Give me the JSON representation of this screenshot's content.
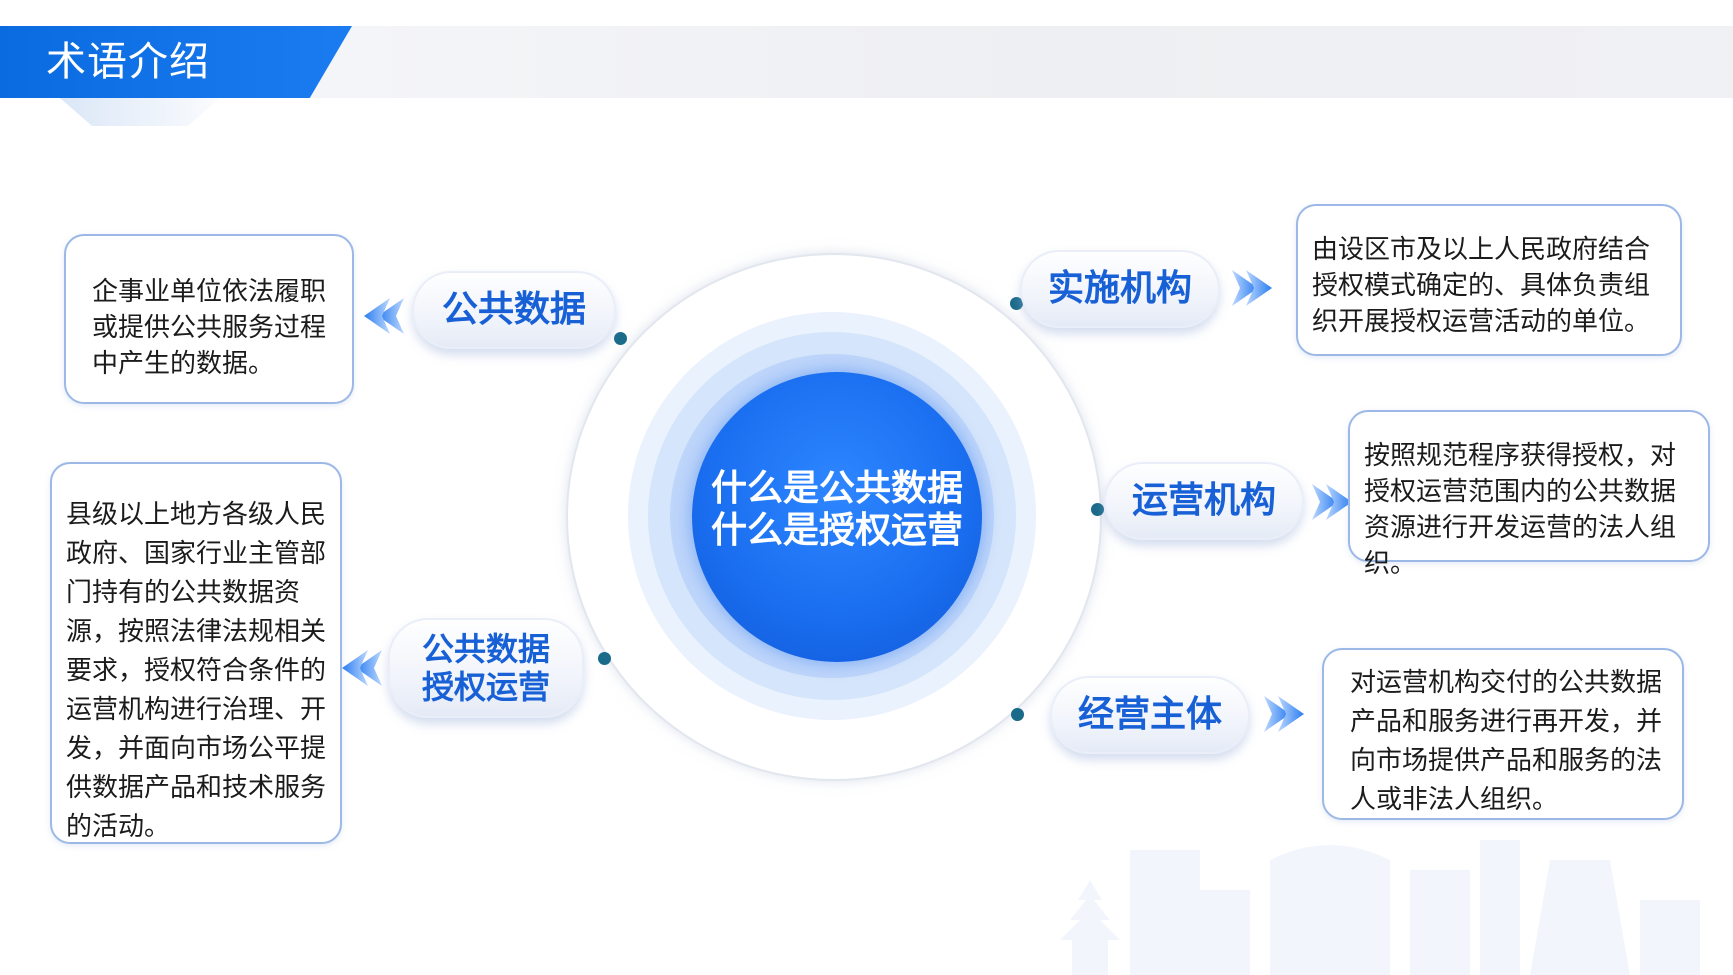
{
  "header": {
    "title": "术语介绍"
  },
  "center": {
    "line1": "什么是公共数据",
    "line2": "什么是授权运营"
  },
  "terms": {
    "public_data": {
      "label": "公共数据",
      "desc": "企事业单位依法履职或提供公共服务过程中产生的数据。"
    },
    "authorized_operation": {
      "label_line1": "公共数据",
      "label_line2": "授权运营",
      "desc": "县级以上地方各级人民政府、国家行业主管部门持有的公共数据资源，按照法律法规相关要求，授权符合条件的运营机构进行治理、开发，并面向市场公平提供数据产品和技术服务的活动。"
    },
    "implementing_agency": {
      "label": "实施机构",
      "desc": "由设区市及以上人民政府结合授权模式确定的、具体负责组织开展授权运营活动的单位。"
    },
    "operating_agency": {
      "label": "运营机构",
      "desc": "按照规范程序获得授权，对授权运营范围内的公共数据资源进行开发运营的法人组织。"
    },
    "business_entity": {
      "label": "经营主体",
      "desc": "对运营机构交付的公共数据产品和服务进行再开发，并向市场提供产品和服务的法人或非法人组织。"
    }
  },
  "colors": {
    "accent": "#1a6ff0",
    "pill_text": "#1860d6",
    "box_border": "#9cb8e6",
    "dot": "#1a6a8a"
  }
}
